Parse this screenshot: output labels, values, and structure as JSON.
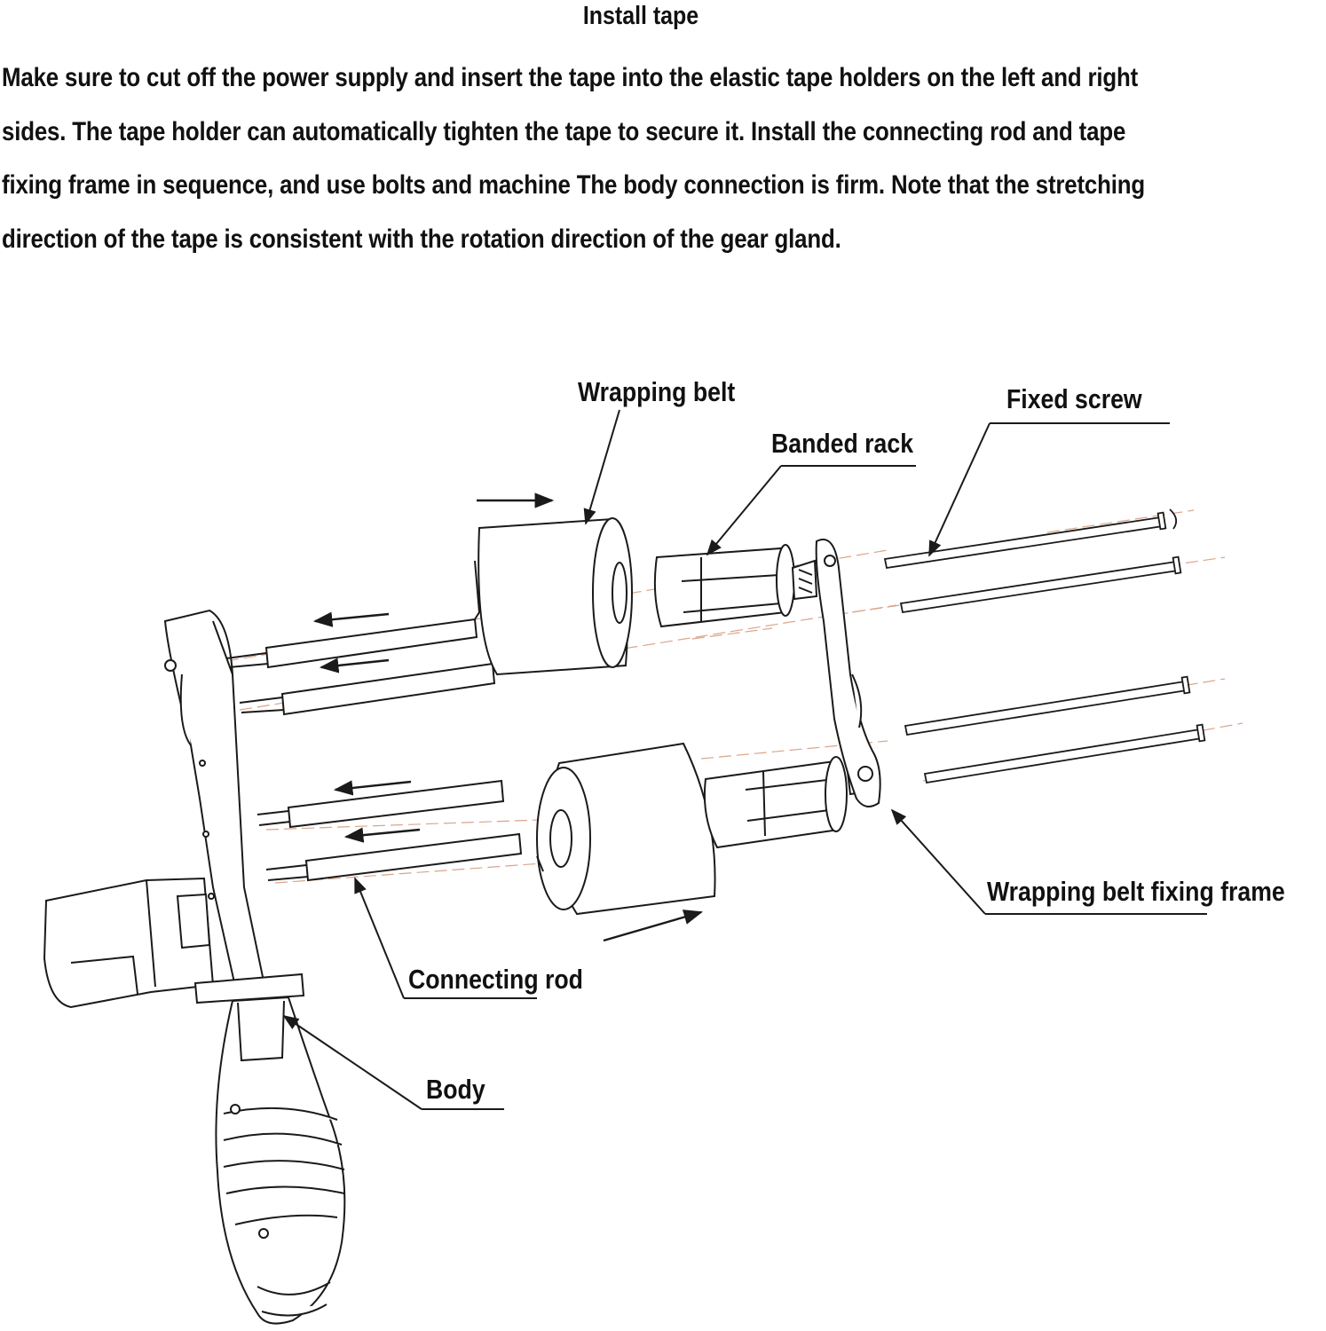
{
  "heading": "Install tape",
  "instructions": [
    "Make sure to cut off the power supply and insert the tape into the elastic tape holders on the left and right",
    "sides. The tape holder can automatically tighten the tape to secure it. Install the connecting rod and tape",
    "fixing frame in sequence, and use bolts and machine The body connection is firm. Note that the stretching",
    "direction of the tape is consistent with the rotation direction of the gear gland."
  ],
  "labels": {
    "wrapping_belt": "Wrapping belt",
    "fixed_screw": "Fixed screw",
    "banded_rack": "Banded rack",
    "wrapping_belt_fixing_frame": "Wrapping belt fixing frame",
    "connecting_rod": "Connecting rod",
    "body": "Body"
  },
  "colors": {
    "line": "#1a1a1a",
    "guide": "#d9a58a",
    "rod": "#c8a99a"
  }
}
